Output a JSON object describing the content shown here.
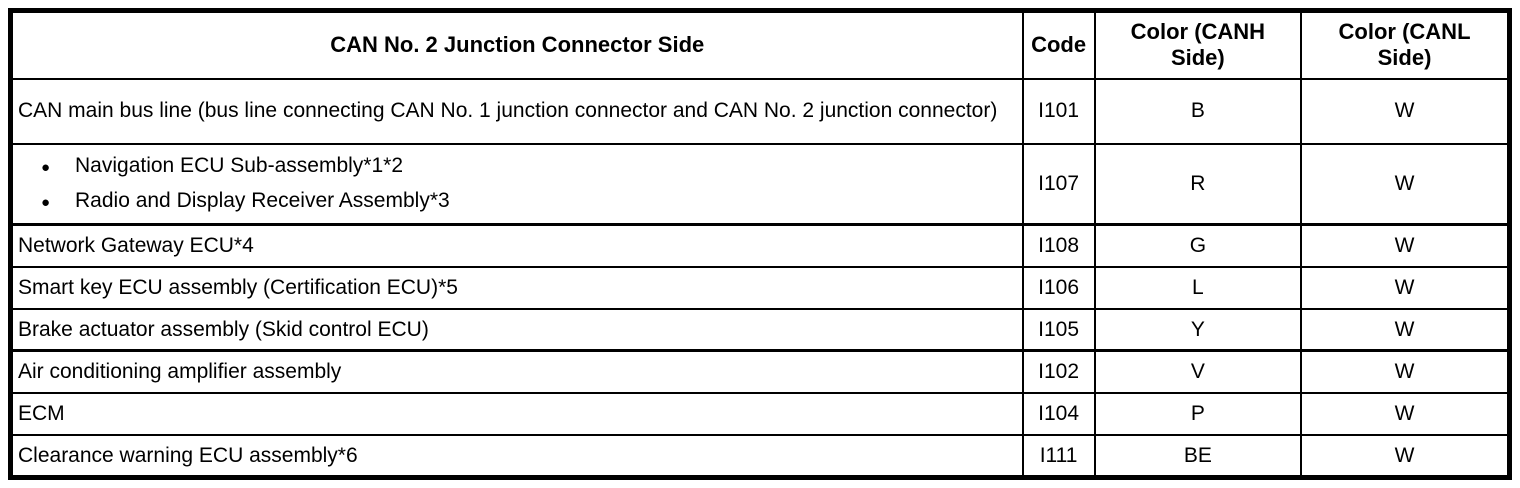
{
  "table": {
    "bullet_glyph": "●",
    "headers": {
      "main": "CAN No. 2 Junction Connector Side",
      "code": "Code",
      "canh": "Color (CANH Side)",
      "canl": "Color (CANL Side)"
    },
    "rows": [
      {
        "label": "CAN main bus line (bus line connecting CAN No. 1 junction connector and CAN No. 2 junction connector)",
        "code": "I101",
        "canh": "B",
        "canl": "W"
      },
      {
        "bullets": [
          "Navigation ECU Sub-assembly*1*2",
          "Radio and Display Receiver Assembly*3"
        ],
        "code": "I107",
        "canh": "R",
        "canl": "W"
      },
      {
        "label": "Network Gateway ECU*4",
        "code": "I108",
        "canh": "G",
        "canl": "W"
      },
      {
        "label": "Smart key ECU assembly (Certification ECU)*5",
        "code": "I106",
        "canh": "L",
        "canl": "W"
      },
      {
        "label": "Brake actuator assembly (Skid control ECU)",
        "code": "I105",
        "canh": "Y",
        "canl": "W"
      },
      {
        "label": "Air conditioning amplifier assembly",
        "code": "I102",
        "canh": "V",
        "canl": "W"
      },
      {
        "label": "ECM",
        "code": "I104",
        "canh": "P",
        "canl": "W"
      },
      {
        "label": "Clearance warning ECU assembly*6",
        "code": "I111",
        "canh": "BE",
        "canl": "W"
      }
    ],
    "group_end_row_indices": [
      1,
      4
    ]
  },
  "colors": {
    "border": "#000000",
    "background": "#ffffff",
    "text": "#000000"
  }
}
